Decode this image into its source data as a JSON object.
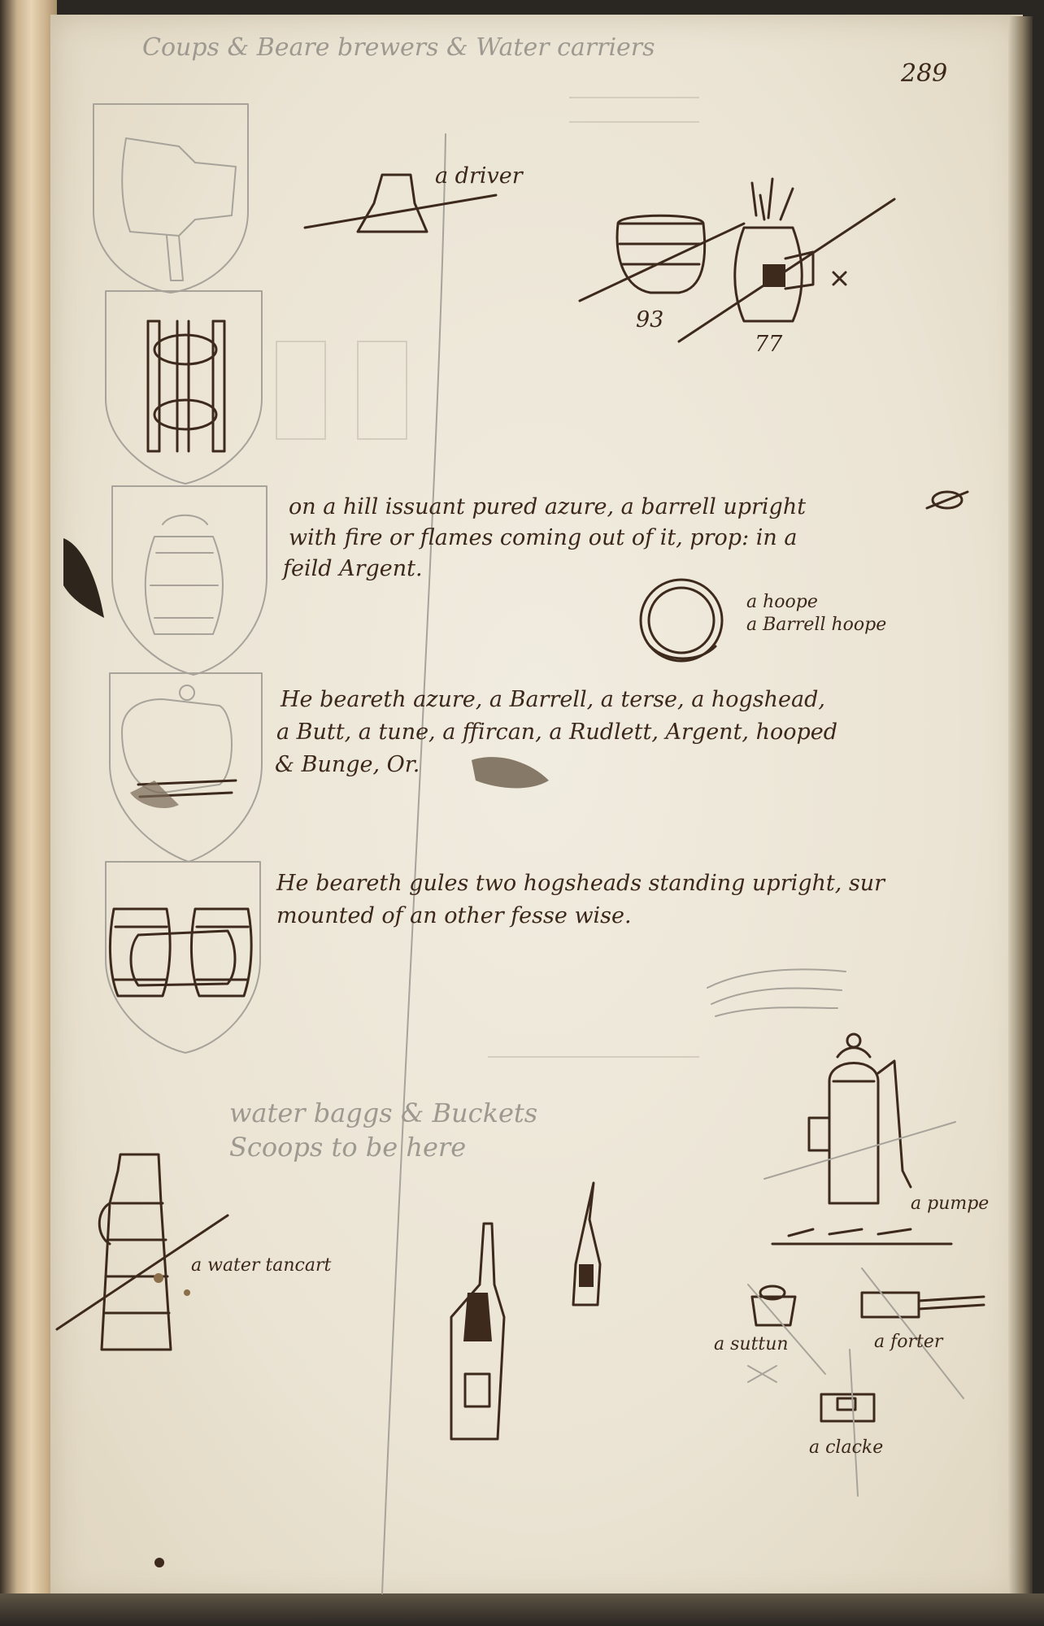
{
  "header": {
    "title": "Coups & Beare brewers & Water carriers",
    "page_number": "289"
  },
  "labels": {
    "driver": "a driver",
    "num_93": "93",
    "num_77": "77",
    "x_mark": "x",
    "hoope": "a hoope",
    "barrell_hoope": "a Barrell hoope",
    "water_bagge_line1": "water baggs & Buckets",
    "water_bagge_line2": "Scoops to be here",
    "water_tancart": "a water tancart",
    "pumpe": "a pumpe",
    "suttun": "a suttun",
    "forter": "a forter",
    "clacke": "a clacke"
  },
  "blazons": {
    "first_line1": "on a hill issuant pured azure, a barrell upright",
    "first_line2": "with fire or flames coming out of it, prop: in a",
    "first_line3": "feild Argent.",
    "second_line1": "He beareth azure, a Barrell, a terse, a hogshead,",
    "second_line2": "a Butt, a tune, a ffircan, a Rudlett, Argent, hooped",
    "second_line3": "& Bunge, Or.",
    "third_line1": "He beareth gules two hogsheads standing upright, sur",
    "third_line2": "mounted of an other fesse wise."
  },
  "shields": {
    "count": 5,
    "items": [
      "axe",
      "ladder",
      "barrel",
      "barrel-sideways",
      "three-barrels"
    ]
  },
  "colors": {
    "ink": "#3d2a1c",
    "pencil": "#a7a39a",
    "paper": "#ebe4d4"
  }
}
